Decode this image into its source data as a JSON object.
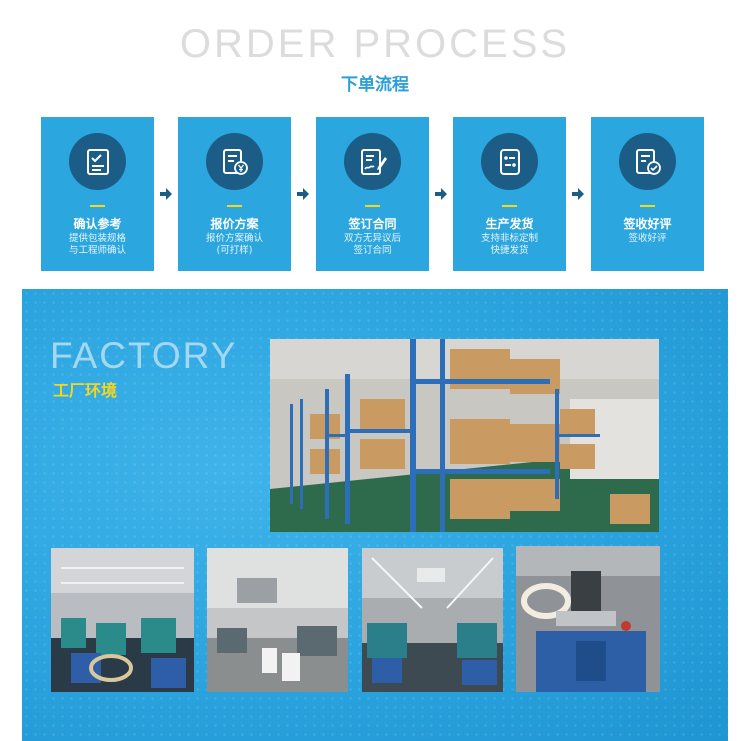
{
  "order": {
    "title": "ORDER PROCESS",
    "subtitle": "下单流程",
    "steps": [
      {
        "name": "确认参考",
        "desc1": "提供包装规格",
        "desc2": "与工程师确认",
        "icon": "checklist-icon"
      },
      {
        "name": "报价方案",
        "desc1": "报价方案确认",
        "desc2": "(可打样)",
        "icon": "yen-document-icon"
      },
      {
        "name": "签订合同",
        "desc1": "双方无异议后",
        "desc2": "签订合同",
        "icon": "signature-icon"
      },
      {
        "name": "生产发货",
        "desc1": "支持非标定制",
        "desc2": "快捷发货",
        "icon": "production-icon"
      },
      {
        "name": "签收好评",
        "desc1": "签收好评",
        "desc2": "",
        "icon": "approved-document-icon"
      }
    ]
  },
  "factory": {
    "title": "FACTORY",
    "subtitle": "工厂环境",
    "photos": [
      "warehouse-photo",
      "workshop-photo-1",
      "workshop-photo-2",
      "workshop-photo-3",
      "knitting-machine-photo"
    ]
  },
  "colors": {
    "accent": "#2ba6de",
    "icon_circle": "#1b5d86",
    "highlight": "#f5d81e",
    "arrow": "#1b5d86"
  }
}
